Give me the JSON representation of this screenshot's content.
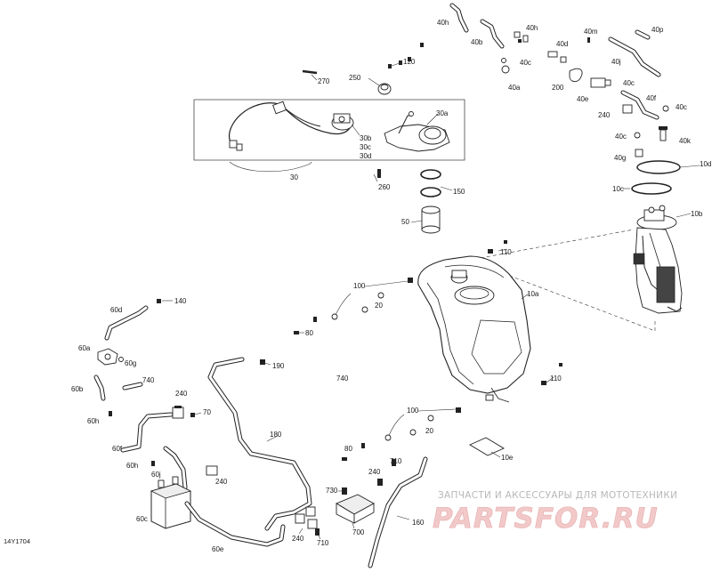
{
  "reference_code": "14Y1704",
  "watermark": {
    "line1": "ЗАПЧАСТИ И АКСЕССУАРЫ ДЛЯ МОТОТЕХНИКИ",
    "line2": "PARTSFOR.RU"
  },
  "labels": {
    "l270": "270",
    "l250": "250",
    "l120": "120",
    "l40h": "40h",
    "l40b": "40b",
    "l40hh": "40h",
    "l40d": "40d",
    "l40m": "40m",
    "l40p": "40p",
    "l40j": "40j",
    "l40a": "40a",
    "l40cA": "40c",
    "l200": "200",
    "l40e": "40e",
    "l40cB": "40c",
    "l40f": "40f",
    "l240A": "240",
    "l40cC": "40c",
    "l40cD": "40c",
    "l40k": "40k",
    "l40g": "40g",
    "l10d": "10d",
    "l10c": "10c",
    "l10b": "10b",
    "l30a": "30a",
    "l30b": "30b",
    "l30c": "30c",
    "l30d": "30d",
    "l30": "30",
    "l260": "260",
    "l150": "150",
    "l50": "50",
    "l110A": "110",
    "l100A": "100",
    "l10a": "10a",
    "l20A": "20",
    "l80A": "80",
    "l140": "140",
    "l60d": "60d",
    "l60a": "60a",
    "l60g": "60g",
    "l190": "190",
    "l740A": "740",
    "l740B": "740",
    "l60b": "60b",
    "l240B": "240",
    "l70": "70",
    "l60h": "60h",
    "l110B": "110",
    "l100B": "100",
    "l20B": "20",
    "l180": "180",
    "l60f": "60f",
    "l80B": "80",
    "l10e": "10e",
    "l710A": "710",
    "l60hh": "60h",
    "l60j": "60j",
    "l240C": "240",
    "l240D": "240",
    "l730": "730",
    "l60c": "60c",
    "l700": "700",
    "l160": "160",
    "l240E": "240",
    "l710B": "710",
    "l60e": "60e"
  }
}
